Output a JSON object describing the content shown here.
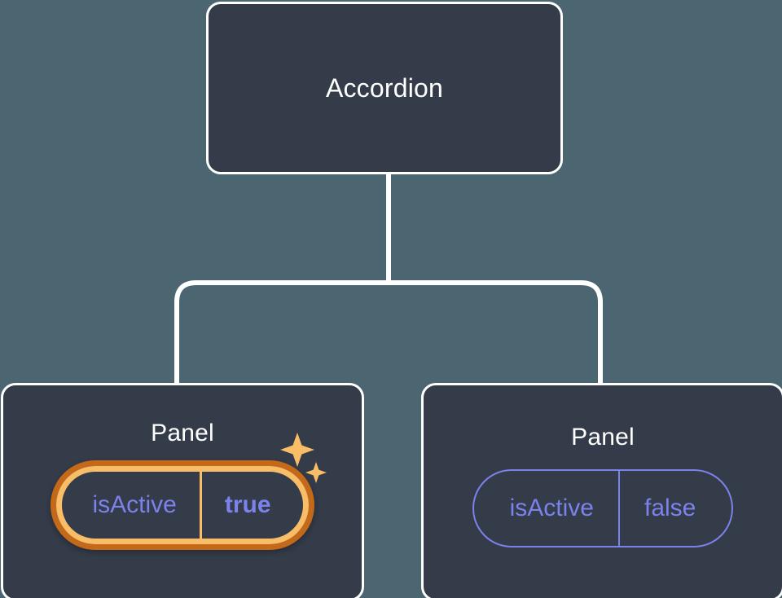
{
  "canvas": {
    "background_color": "#4b6670",
    "node_fill_color": "#343b49",
    "node_border_color": "#ffffff",
    "connector_color": "#ffffff",
    "accent_prop_color": "#7b82ec",
    "highlight_outer_color": "#c4681a",
    "highlight_inner_color": "#f8bd66"
  },
  "tree": {
    "root": {
      "label": "Accordion"
    },
    "children": [
      {
        "label": "Panel",
        "highlighted": true,
        "prop": {
          "key": "isActive",
          "value": "true"
        },
        "sparkle_icon": "sparkles-icon"
      },
      {
        "label": "Panel",
        "highlighted": false,
        "prop": {
          "key": "isActive",
          "value": "false"
        }
      }
    ]
  }
}
